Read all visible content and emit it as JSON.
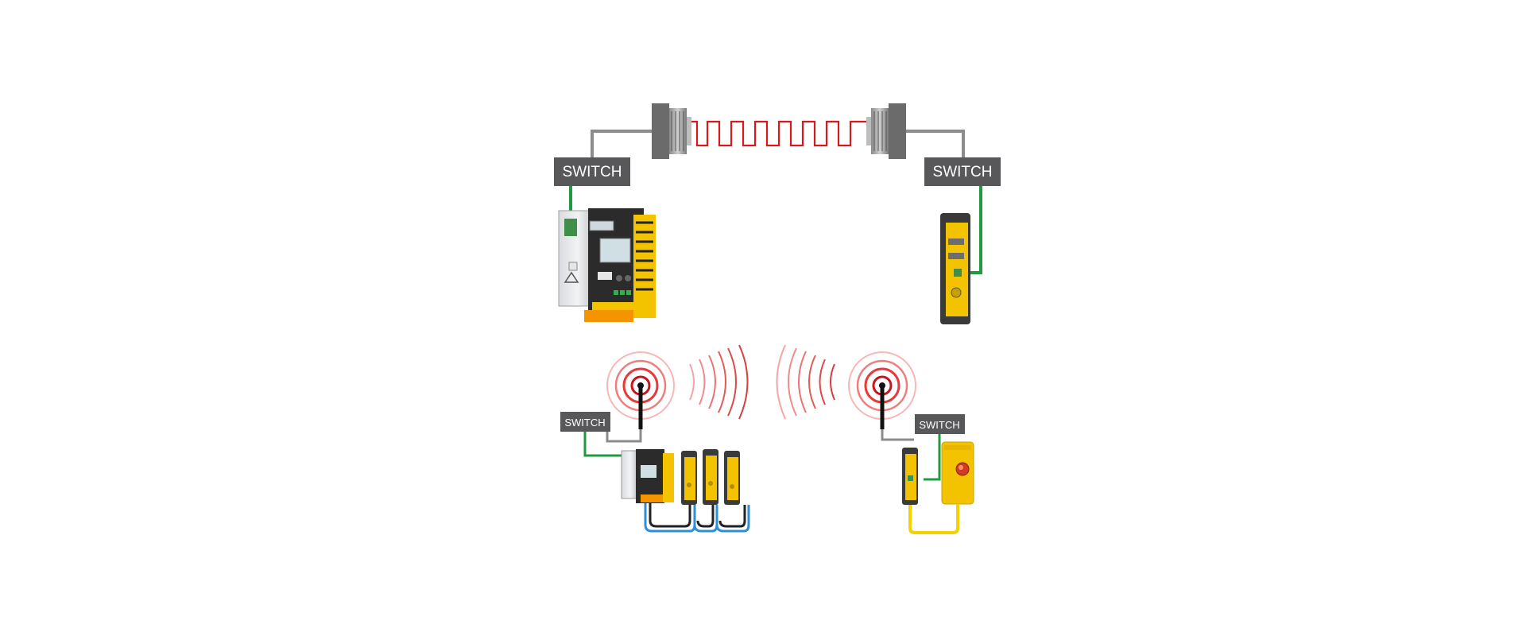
{
  "diagram": {
    "top": {
      "left_switch": {
        "label": "SWITCH"
      },
      "right_switch": {
        "label": "SWITCH"
      },
      "link_type": "fiber-optic",
      "signal_color": "#d7191c"
    },
    "bottom": {
      "left_switch": {
        "label": "SWITCH"
      },
      "right_switch": {
        "label": "SWITCH"
      },
      "link_type": "wireless",
      "wave_color": "#e0282c"
    },
    "colors": {
      "switch_box": "#58585a",
      "ethernet_cable": "#1f9a3e",
      "grey_cable": "#8c8c8c",
      "device_yellow": "#f3c300",
      "sensor_cable_blue": "#2e8ed6",
      "sensor_cable_yellow": "#f3d200"
    },
    "icons": [
      "fiber-connector-icon",
      "antenna-icon",
      "emergency-stop-icon",
      "safety-gateway-icon",
      "safety-relay-module-icon"
    ]
  }
}
